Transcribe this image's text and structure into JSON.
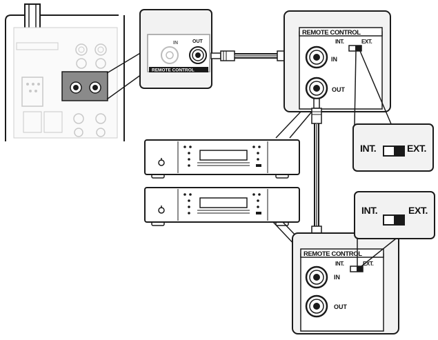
{
  "rear_panel": {
    "inset_remote_control_title": "REMOTE CONTROL",
    "inset_in_label": "IN",
    "inset_out_label": "OUT"
  },
  "unit_a": {
    "remote_control_title": "REMOTE CONTROL",
    "int_label": "INT.",
    "ext_label": "EXT.",
    "in_label": "IN",
    "out_label": "OUT"
  },
  "unit_b": {
    "remote_control_title": "REMOTE CONTROL",
    "int_label": "INT.",
    "ext_label": "EXT.",
    "in_label": "IN",
    "out_label": "OUT"
  },
  "switch_callout_top": {
    "int_label": "INT.",
    "ext_label": "EXT.",
    "position": "EXT."
  },
  "switch_callout_bottom": {
    "int_label": "INT.",
    "ext_label": "EXT.",
    "position": "EXT."
  },
  "colors": {
    "panel_fill": "#f2f2f2",
    "line": "#1a1a1a",
    "device_fill": "#ffffff"
  }
}
